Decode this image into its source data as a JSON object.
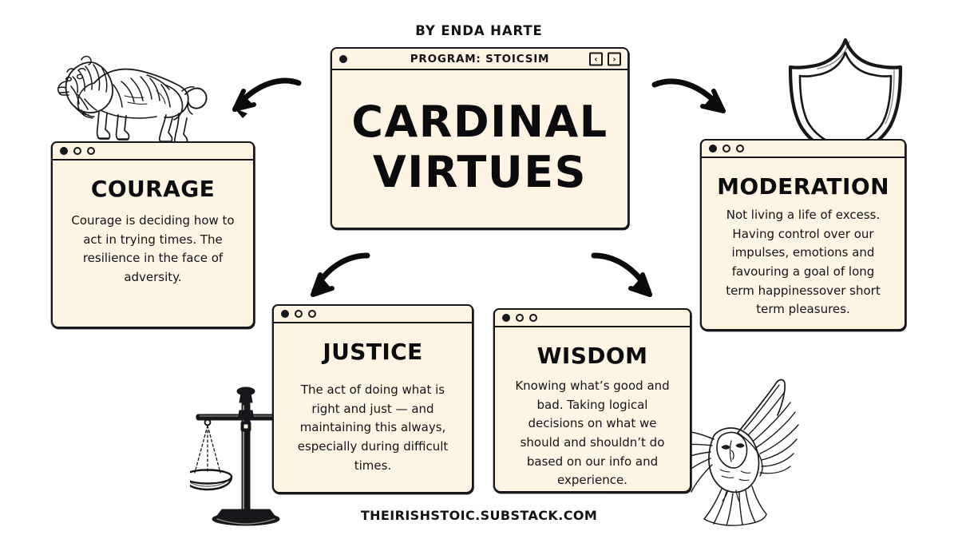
{
  "byline": "BY ENDA HARTE",
  "footer": "THEIRISHSTOIC.SUBSTACK.COM",
  "colors": {
    "page_background": "#FFFFFF",
    "card_fill": "#FDF4E3",
    "ink": "#17161A"
  },
  "hero": {
    "titlebar_label": "PROGRAM: STOICSIM",
    "nav_prev": "‹",
    "nav_next": "›",
    "title_line_1": "CARDINAL",
    "title_line_2": "VIRTUES"
  },
  "cards": [
    {
      "id": "courage",
      "title": "COURAGE",
      "text": "Courage is deciding how to act in trying times. The resilience in the face of adversity.",
      "icon": "lion-illustration"
    },
    {
      "id": "moderation",
      "title": "MODERATION",
      "text": "Not living a life of excess. Having control over our impulses, emotions and favouring a goal of long term happinessover short term pleasures.",
      "icon": "shield-illustration"
    },
    {
      "id": "justice",
      "title": "JUSTICE",
      "text": "The act of doing what is right and just — and maintaining this always, especially during difficult times.",
      "icon": "scales-illustration"
    },
    {
      "id": "wisdom",
      "title": "WISDOM",
      "text": "Knowing what’s good and bad. Taking logical decisions on what we should and shouldn’t do based on our info and experience.",
      "icon": "owl-illustration"
    }
  ],
  "window_dots": {
    "filled": "●",
    "hollow": "○"
  }
}
